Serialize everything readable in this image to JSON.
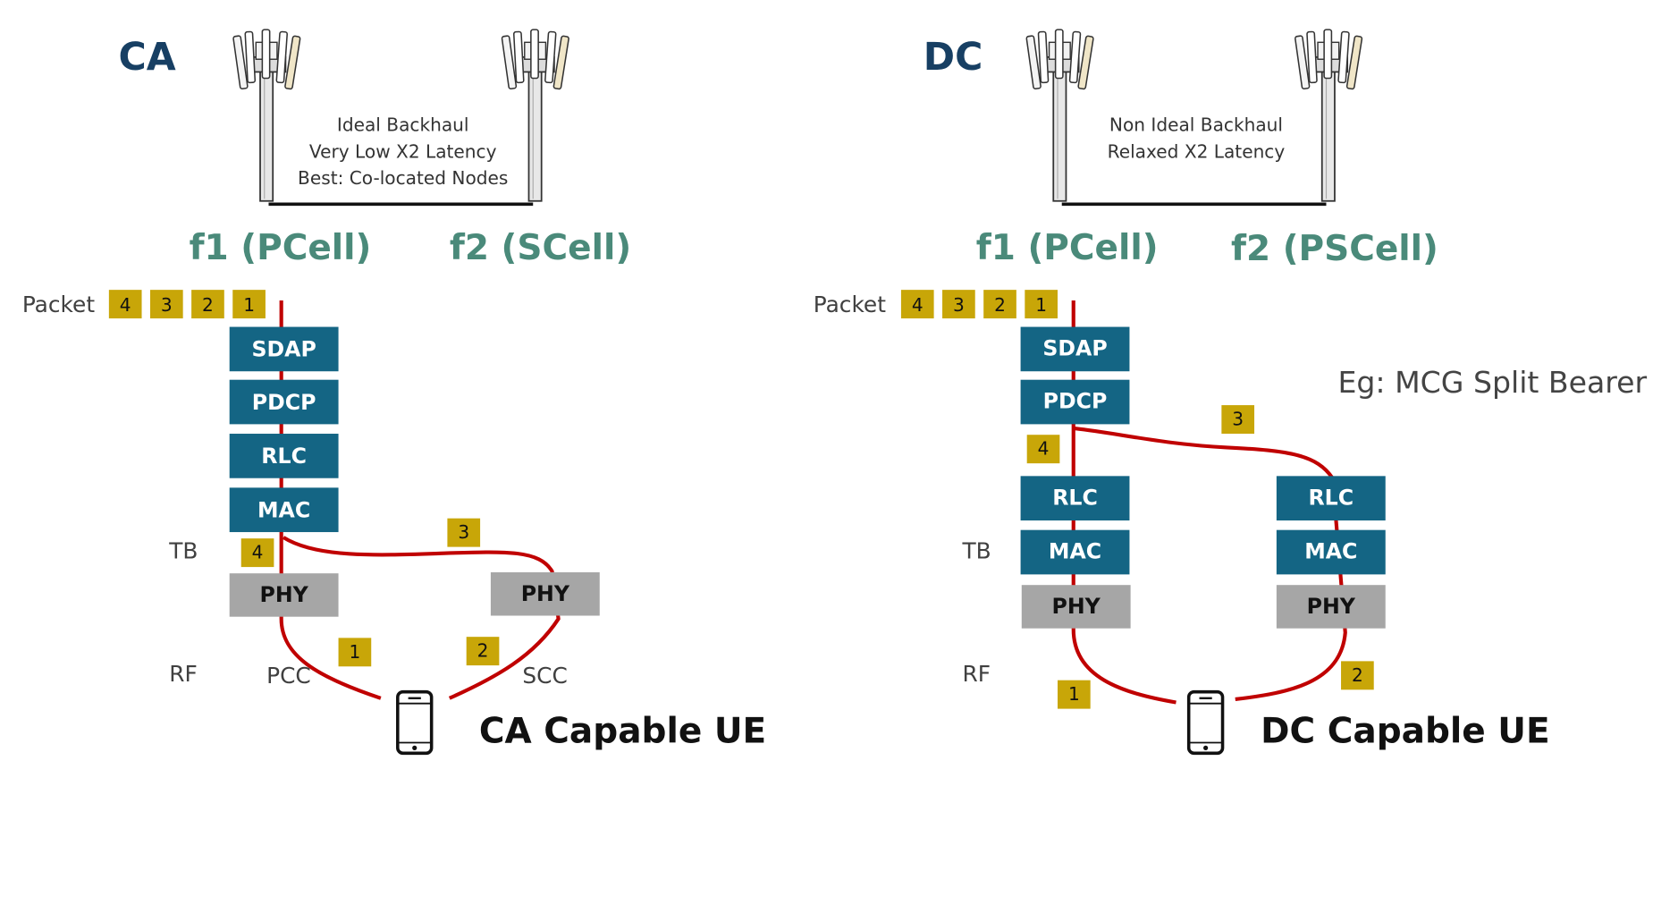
{
  "ca": {
    "title": "CA",
    "backhaul": [
      "Ideal Backhaul",
      "Very Low X2 Latency",
      "Best: Co-located Nodes"
    ],
    "cell1": "f1 (PCell)",
    "cell2": "f2 (SCell)",
    "packet_label": "Packet",
    "packets": [
      "4",
      "3",
      "2",
      "1"
    ],
    "layers": [
      "SDAP",
      "PDCP",
      "RLC",
      "MAC"
    ],
    "phy": "PHY",
    "tb_label": "TB",
    "rf_label": "RF",
    "pcc_label": "PCC",
    "scc_label": "SCC",
    "pkt_tb": "4",
    "pkt_scell": "3",
    "pkt_pcc": "1",
    "pkt_scc": "2",
    "ue_label": "CA Capable UE"
  },
  "dc": {
    "title": "DC",
    "backhaul": [
      "Non Ideal Backhaul",
      "Relaxed X2 Latency"
    ],
    "cell1": "f1 (PCell)",
    "cell2": "f2 (PSCell)",
    "packet_label": "Packet",
    "packets": [
      "4",
      "3",
      "2",
      "1"
    ],
    "master_layers": [
      "SDAP",
      "PDCP"
    ],
    "rlc": "RLC",
    "mac": "MAC",
    "phy": "PHY",
    "tb_label": "TB",
    "rf_label": "RF",
    "pkt_master": "4",
    "pkt_split": "3",
    "pkt_rf_left": "1",
    "pkt_rf_right": "2",
    "note": "Eg: MCG Split Bearer",
    "ue_label": "DC Capable UE"
  },
  "colors": {
    "layer": "#146584",
    "phy": "#a6a6a6",
    "packet": "#c8a608",
    "path": "#c00000",
    "title": "#173f63",
    "cell": "#4a8a7a"
  }
}
